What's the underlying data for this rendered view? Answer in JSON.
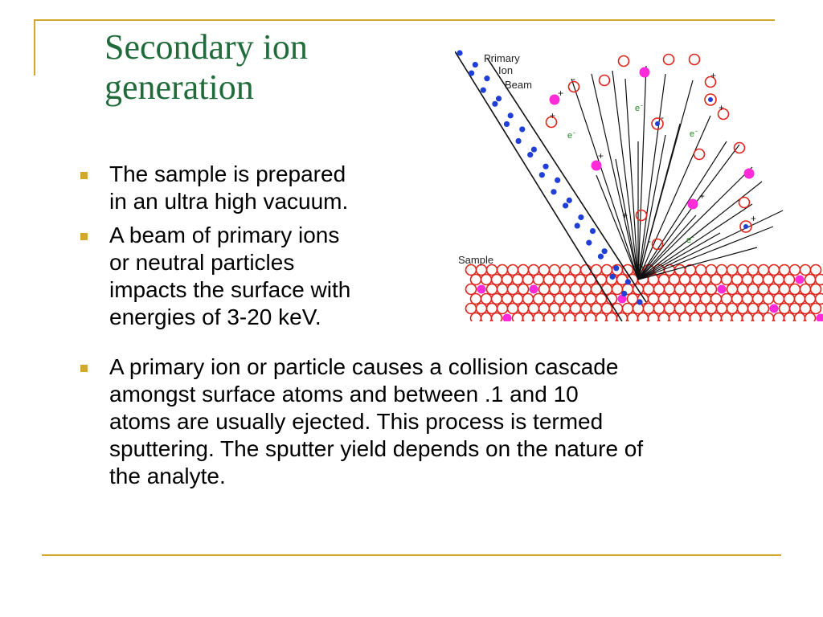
{
  "slide": {
    "title_lines": [
      "Secondary ion",
      "generation"
    ],
    "bullets": [
      {
        "lines": [
          "The sample is prepared",
          "in an ultra high vacuum."
        ]
      },
      {
        "lines": [
          "A beam of primary ions",
          "or neutral particles",
          "impacts the surface with",
          "energies of 3-20 keV."
        ]
      },
      {
        "lines": [
          "A primary ion or particle causes a collision cascade",
          "amongst surface atoms and between .1 and 10",
          "atoms are usually ejected.  This process is termed",
          "sputtering. The sputter yield depends on the nature of",
          "the analyte."
        ]
      }
    ]
  },
  "diagram": {
    "labels": {
      "beam_1": "Primary",
      "beam_2": "Ion",
      "beam_3": "Beam",
      "sample": "Sample"
    },
    "colors": {
      "primary_ion": "#1f3fd6",
      "lattice_atom": "#e0241b",
      "impurity_atom": "#ff2bd9",
      "electron_label": "#1f8a1f",
      "trajectory": "#111111"
    }
  }
}
